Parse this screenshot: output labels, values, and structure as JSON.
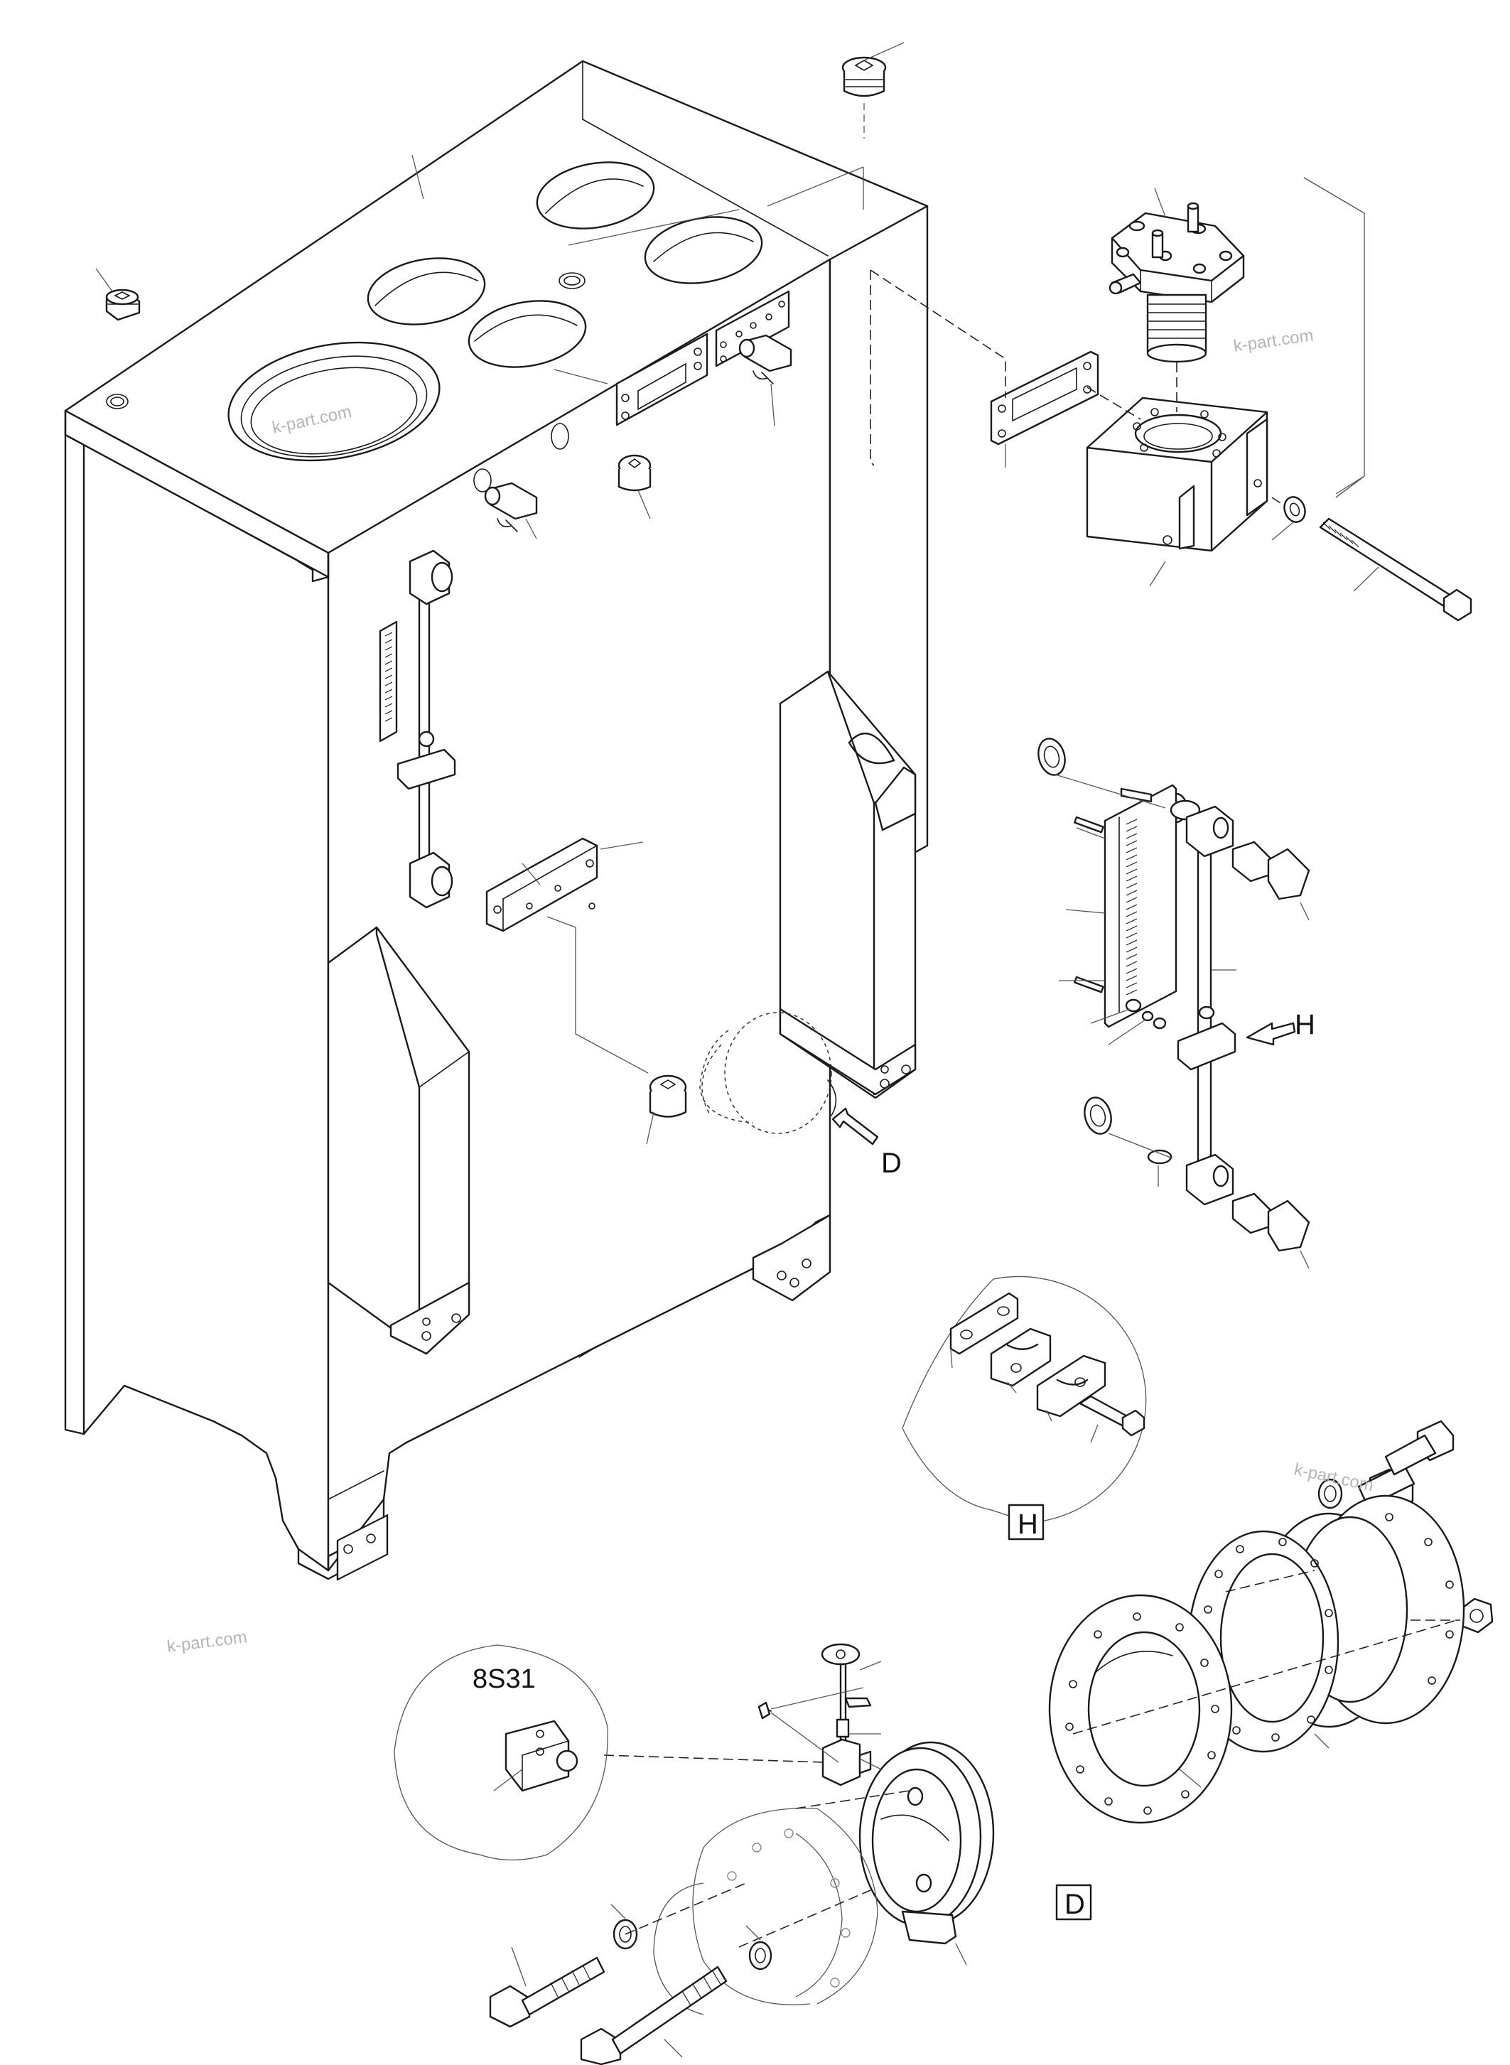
{
  "labels": {
    "detail_h_callout": "H",
    "detail_h_box": "H",
    "detail_d_callout": "D",
    "detail_d_box": "D",
    "sensor_code": "8S31"
  },
  "watermarks": [
    "k-part.com",
    "k-part.com",
    "k-part.com",
    "k-part.com"
  ],
  "icons": {
    "tank": "hydraulic-tank-icon",
    "filter": "filter-housing-icon",
    "level_gauge": "sight-gauge-icon",
    "clamp": "clamp-detail-icon",
    "valve": "butterfly-valve-icon",
    "flange": "flange-icon",
    "compensator": "expansion-joint-icon",
    "bolt": "bolt-icon",
    "plug": "plug-icon",
    "sensor": "proximity-sensor-icon"
  }
}
